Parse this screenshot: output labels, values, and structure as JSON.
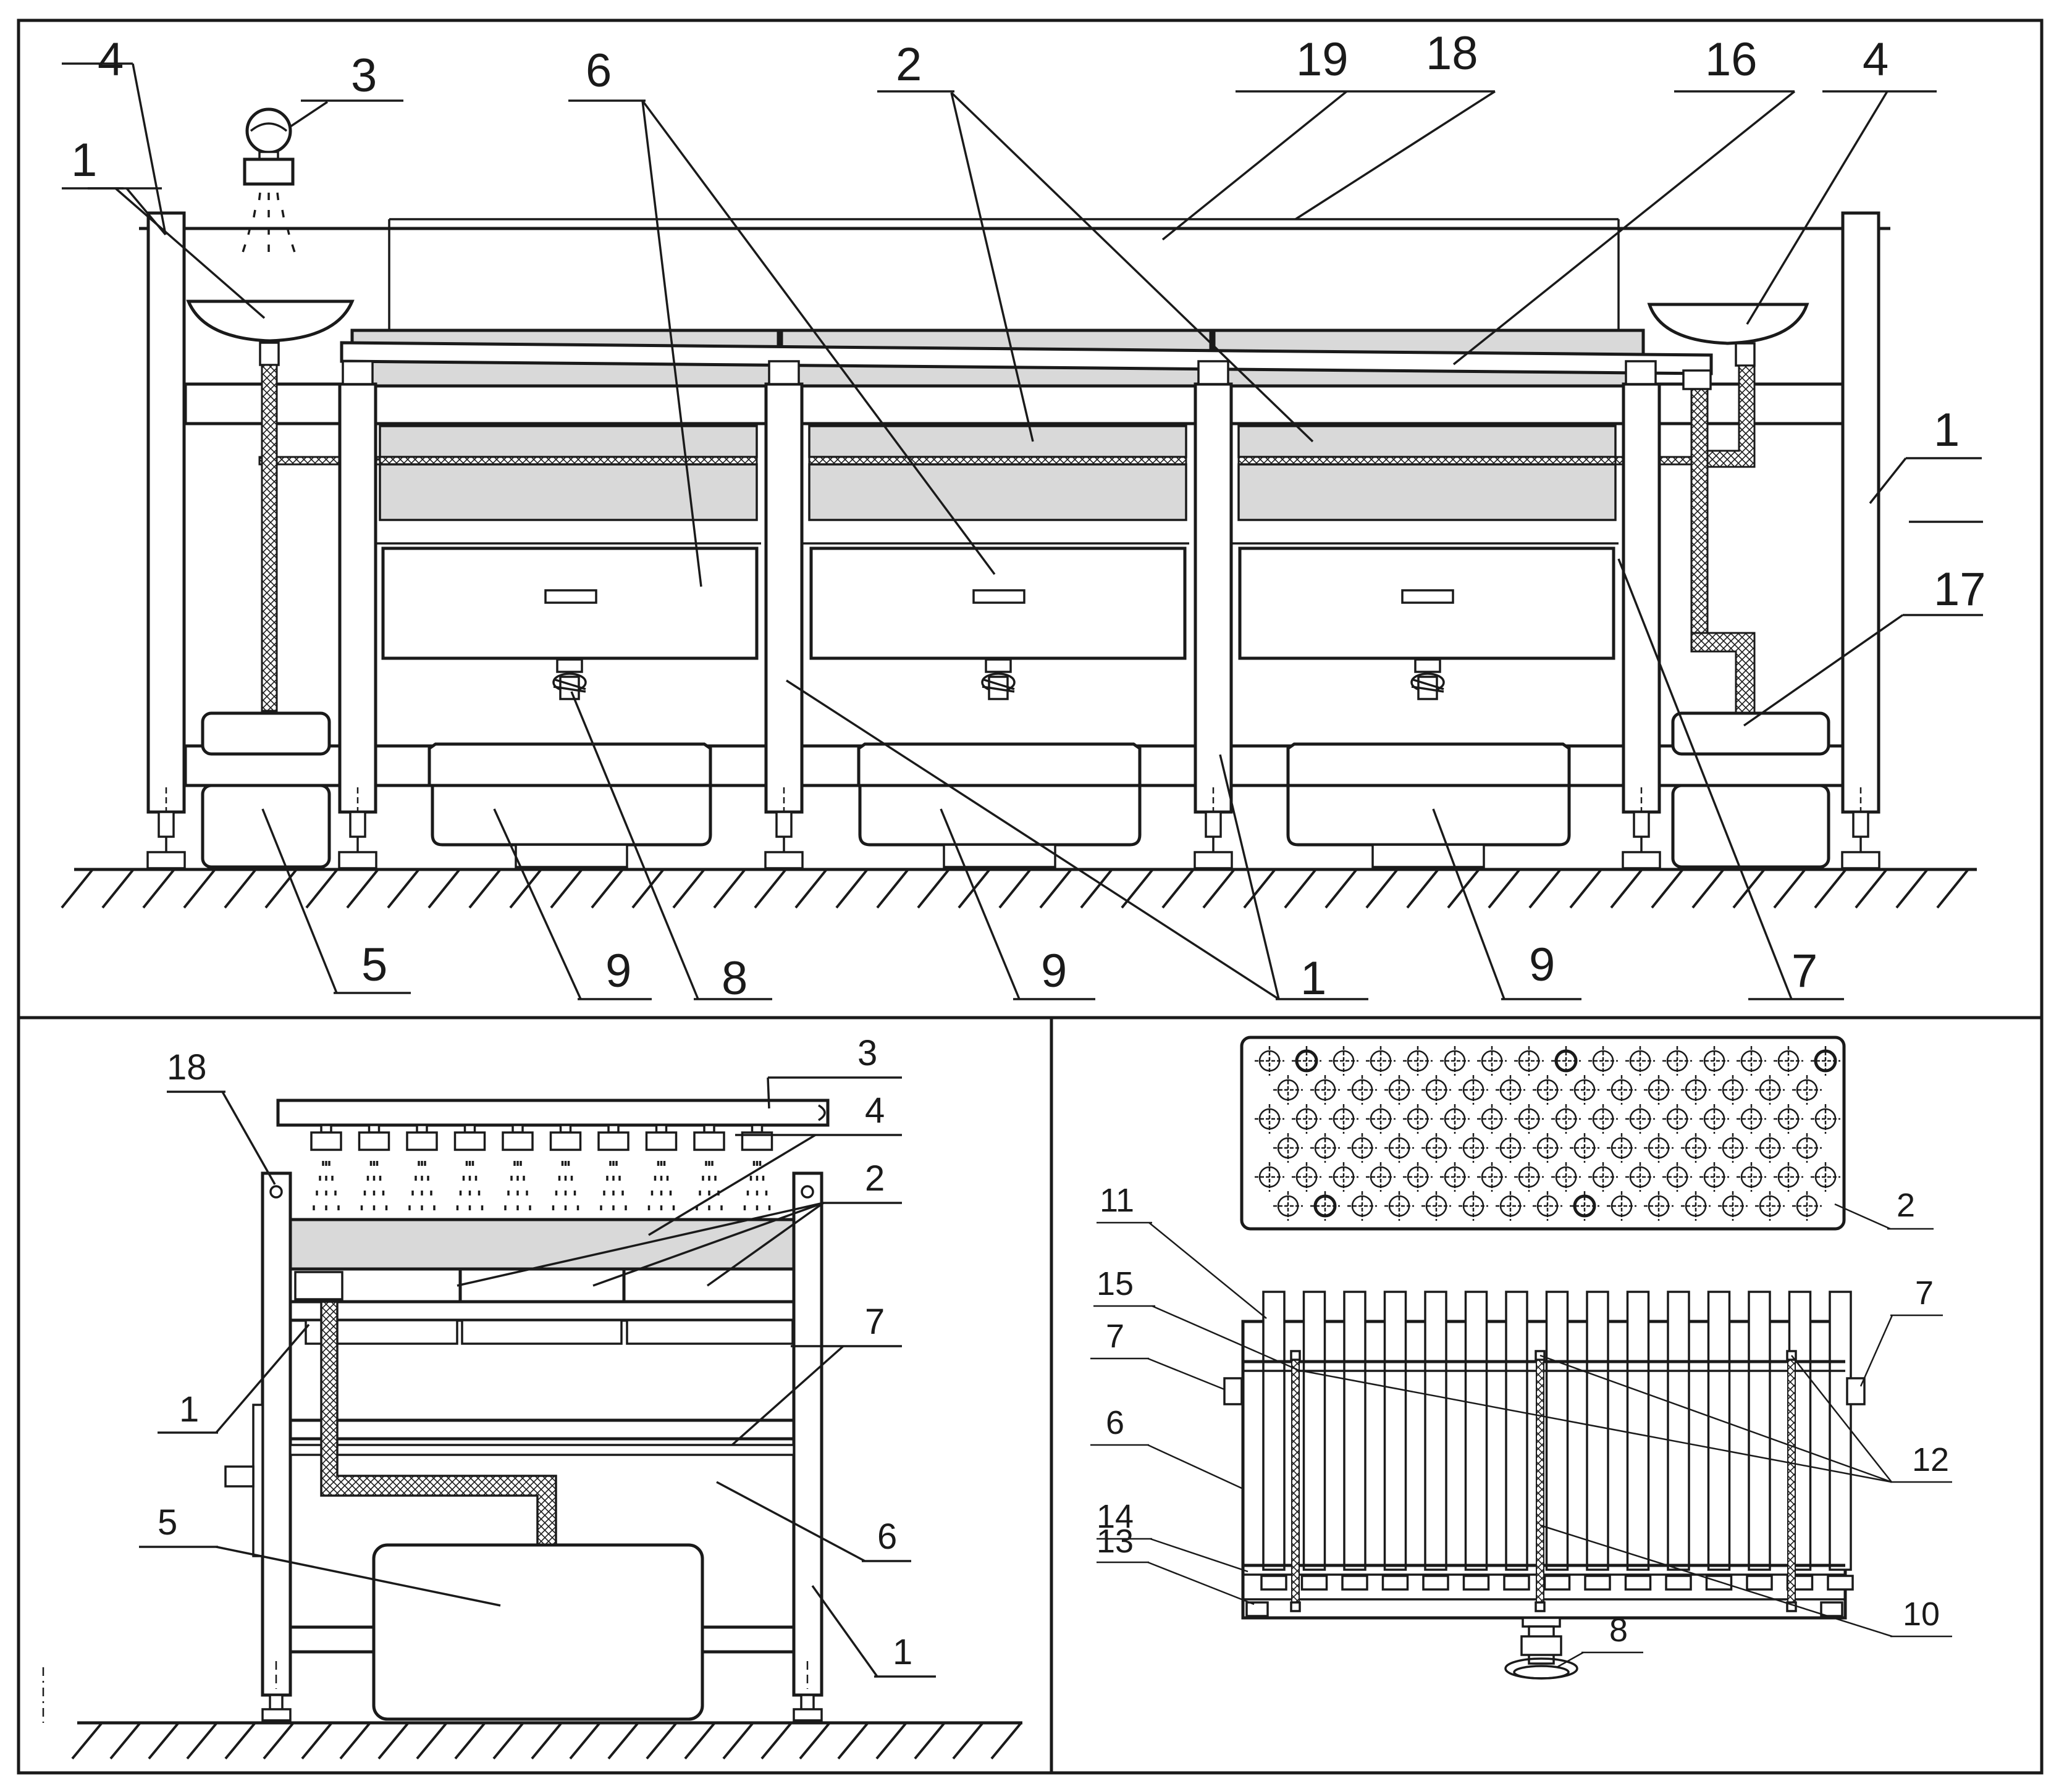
{
  "colors": {
    "ink": "#1a1a1a",
    "fill_grey": "#d9d9d9",
    "background": "#ffffff"
  },
  "labels": {
    "top": [
      "4",
      "3",
      "1",
      "6",
      "2",
      "19",
      "18",
      "16",
      "4",
      "1",
      "17",
      "5",
      "9",
      "8",
      "9",
      "1",
      "9",
      "7"
    ],
    "left": [
      "18",
      "3",
      "4",
      "2",
      "1",
      "7",
      "5",
      "6",
      "1"
    ],
    "right": [
      "2",
      "11",
      "15",
      "7",
      "7",
      "6",
      "12",
      "14",
      "13",
      "10",
      "8"
    ]
  }
}
